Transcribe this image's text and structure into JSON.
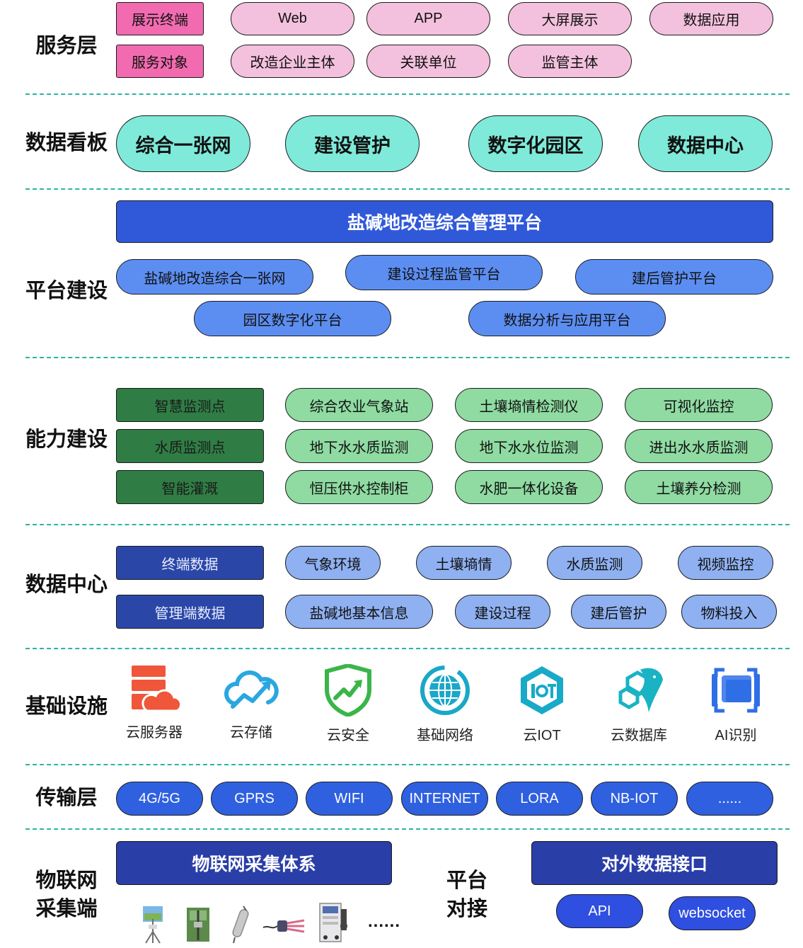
{
  "sections": {
    "service": "服务层",
    "dashboard": "数据看板",
    "platform": "平台建设",
    "capability": "能力建设",
    "datacenter": "数据中心",
    "infra": "基础设施",
    "transport": "传输层",
    "iot_line1": "物联网",
    "iot_line2": "采集端",
    "dock_line1": "平台",
    "dock_line2": "对接"
  },
  "service_layer": {
    "terminal_label": "展示终端",
    "terminals": [
      "Web",
      "APP",
      "大屏展示",
      "数据应用"
    ],
    "object_label": "服务对象",
    "objects": [
      "改造企业主体",
      "关联单位",
      "监管主体"
    ]
  },
  "dashboard": {
    "items": [
      "综合一张网",
      "建设管护",
      "数字化园区",
      "数据中心"
    ]
  },
  "platform": {
    "main": "盐碱地改造综合管理平台",
    "row1": [
      "盐碱地改造综合一张网",
      "建设过程监管平台",
      "建后管护平台"
    ],
    "row2": [
      "园区数字化平台",
      "数据分析与应用平台"
    ]
  },
  "capability": {
    "dark": [
      "智慧监测点",
      "水质监测点",
      "智能灌溉"
    ],
    "light": [
      [
        "综合农业气象站",
        "土壤墒情检测仪",
        "可视化监控"
      ],
      [
        "地下水水质监测",
        "地下水水位监测",
        "进出水水质监测"
      ],
      [
        "恒压供水控制柜",
        "水肥一体化设备",
        "土壤养分检测"
      ]
    ]
  },
  "datacenter": {
    "dark": [
      "终端数据",
      "管理端数据"
    ],
    "row1": [
      "气象环境",
      "土壤墒情",
      "水质监测",
      "视频监控"
    ],
    "row2": [
      "盐碱地基本信息",
      "建设过程",
      "建后管护",
      "物料投入"
    ]
  },
  "infra": {
    "items": [
      {
        "label": "云服务器",
        "icon": "cloud-server-icon",
        "color": "#f0563a"
      },
      {
        "label": "云存储",
        "icon": "cloud-storage-icon",
        "color": "#2aa7e0"
      },
      {
        "label": "云安全",
        "icon": "cloud-security-icon",
        "color": "#3bb54a"
      },
      {
        "label": "基础网络",
        "icon": "globe-network-icon",
        "color": "#1aa7c8"
      },
      {
        "label": "云IOT",
        "icon": "iot-icon",
        "color": "#19a9c9"
      },
      {
        "label": "云数据库",
        "icon": "cloud-database-icon",
        "color": "#19b3c4"
      },
      {
        "label": "AI识别",
        "icon": "ai-recognition-icon",
        "color": "#2f6fe6"
      }
    ]
  },
  "transport": {
    "items": [
      "4G/5G",
      "GPRS",
      "WIFI",
      "INTERNET",
      "LORA",
      "NB-IOT",
      "......"
    ]
  },
  "iot": {
    "title": "物联网采集体系",
    "ellipsis": "......"
  },
  "docking": {
    "title": "对外数据接口",
    "items": [
      "API",
      "websocket"
    ]
  }
}
